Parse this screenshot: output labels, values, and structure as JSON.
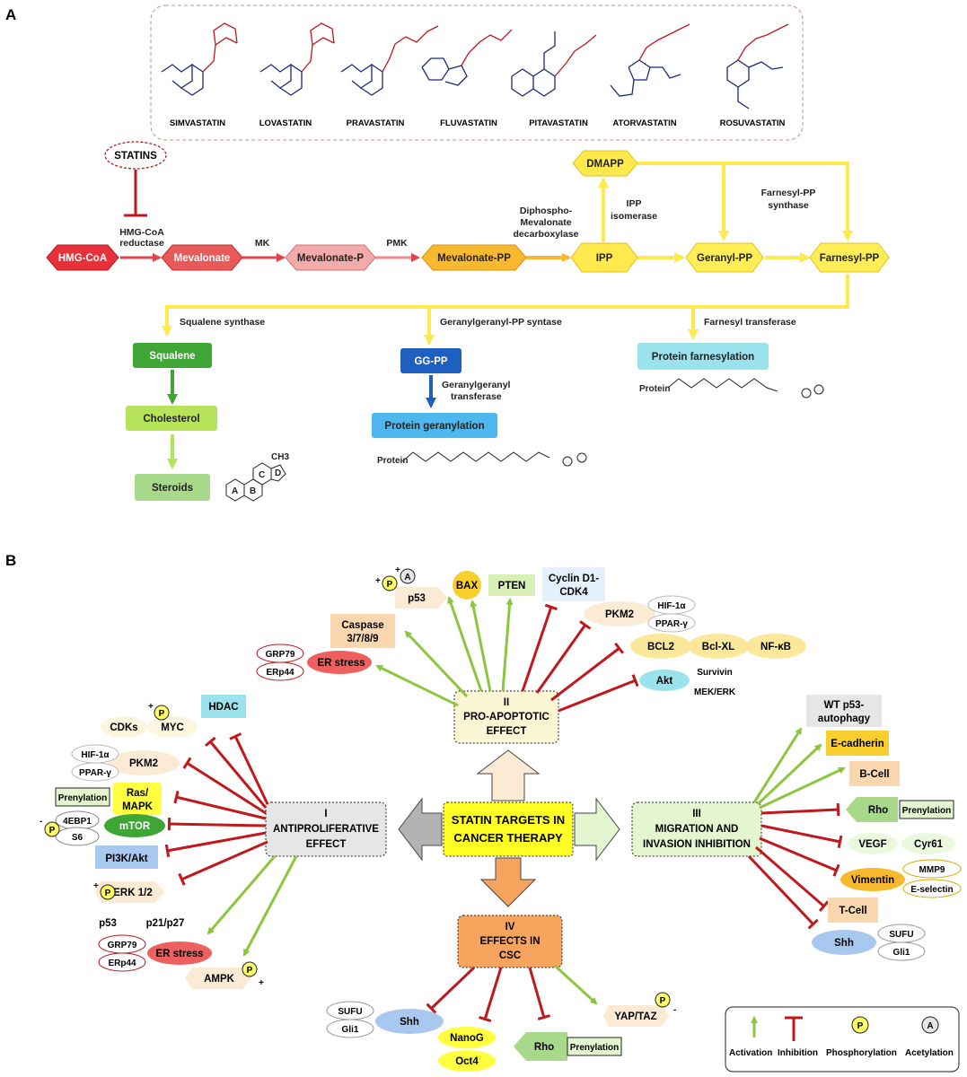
{
  "panels": {
    "a": "A",
    "b": "B"
  },
  "statins": {
    "label": "STATINS",
    "drugs": [
      "SIMVASTATIN",
      "LOVASTATIN",
      "PRAVASTATIN",
      "FLUVASTATIN",
      "PITAVASTATIN",
      "ATORVASTATIN",
      "ROSUVASTATIN"
    ]
  },
  "pathway": {
    "hmgcoa": "HMG-CoA",
    "mevalonate": "Mevalonate",
    "mevalonate_p": "Mevalonate-P",
    "mevalonate_pp": "Mevalonate-PP",
    "ipp": "IPP",
    "dmapp": "DMAPP",
    "geranyl_pp": "Geranyl-PP",
    "farnesyl_pp": "Farnesyl-PP",
    "squalene": "Squalene",
    "cholesterol": "Cholesterol",
    "steroids": "Steroids",
    "ggpp": "GG-PP",
    "protein_geranylation": "Protein geranylation",
    "protein_farnesylation": "Protein farnesylation"
  },
  "enzymes": {
    "hmg_reductase_1": "HMG-CoA",
    "hmg_reductase_2": "reductase",
    "mk": "MK",
    "pmk": "PMK",
    "diphospho_1": "Diphospho-",
    "diphospho_2": "Mevalonate",
    "diphospho_3": "decarboxylase",
    "ipp_isomerase_1": "IPP",
    "ipp_isomerase_2": "isomerase",
    "farnesyl_pp_synthase_1": "Farnesyl-PP",
    "farnesyl_pp_synthase_2": "synthase",
    "squalene_synthase": "Squalene synthase",
    "ggpp_synthase": "Geranylgeranyl-PP syntase",
    "farnesyl_transferase": "Farnesyl transferase",
    "gg_transferase_1": "Geranylgeranyl",
    "gg_transferase_2": "transferase"
  },
  "protein_label": "Protein",
  "steroid_rings": {
    "a": "A",
    "b": "B",
    "c": "C",
    "d": "D",
    "ch3": "CH3"
  },
  "center": {
    "line1": "STATIN TARGETS IN",
    "line2": "CANCER THERAPY"
  },
  "effects": {
    "i": {
      "num": "I",
      "line1": "ANTIPROLIFERATIVE",
      "line2": "EFFECT"
    },
    "ii": {
      "num": "II",
      "line1": "PRO-APOPTOTIC",
      "line2": "EFFECT"
    },
    "iii": {
      "num": "III",
      "line1": "MIGRATION AND",
      "line2": "INVASION INHIBITION"
    },
    "iv": {
      "num": "IV",
      "line1": "EFFECTS IN",
      "line2": "CSC"
    }
  },
  "targets_ii": {
    "p53": "p53",
    "bax": "BAX",
    "pten": "PTEN",
    "cyclin1": "Cyclin D1-",
    "cyclin2": "CDK4",
    "caspase1": "Caspase",
    "caspase2": "3/7/8/9",
    "grp79": "GRP79",
    "erp44": "ERp44",
    "er_stress": "ER stress",
    "pkm2": "PKM2",
    "hif": "HIF-1α",
    "ppar": "PPAR-γ",
    "bcl2": "BCL2",
    "bclxl": "Bcl-XL",
    "nfkb": "NF-κB",
    "akt": "Akt",
    "survivin": "Survivin",
    "mekerk": "MEK/ERK"
  },
  "targets_i": {
    "cdks": "CDKs",
    "myc": "MYC",
    "hdac": "HDAC",
    "hif": "HIF-1α",
    "ppar": "PPAR-γ",
    "pkm2": "PKM2",
    "prenylation": "Prenylation",
    "ras1": "Ras/",
    "ras2": "MAPK",
    "ebp1": "4EBP1",
    "s6": "S6",
    "mtor": "mTOR",
    "pi3k": "PI3K/Akt",
    "erk": "ERK 1/2",
    "p53": "p53",
    "p21": "p21/p27",
    "grp79": "GRP79",
    "erp44": "ERp44",
    "er_stress": "ER stress",
    "ampk": "AMPK"
  },
  "targets_iii": {
    "wt1": "WT p53-",
    "wt2": "autophagy",
    "ecad": "E-cadherin",
    "bcell": "B-Cell",
    "rho": "Rho",
    "prenylation": "Prenylation",
    "vegf": "VEGF",
    "cyr61": "Cyr61",
    "vimentin": "Vimentin",
    "mmp9": "MMP9",
    "eselectin": "E-selectin",
    "tcell": "T-Cell",
    "shh": "Shh",
    "sufu": "SUFU",
    "gli1": "Gli1"
  },
  "targets_iv": {
    "sufu": "SUFU",
    "gli1": "Gli1",
    "shh": "Shh",
    "nanog": "NanoG",
    "oct4": "Oct4",
    "rho": "Rho",
    "prenylation": "Prenylation",
    "yap": "YAP/TAZ"
  },
  "symbols": {
    "p": "P",
    "a": "A",
    "plus": "+",
    "minus": "-"
  },
  "legend": {
    "activation": "Activation",
    "inhibition": "Inhibition",
    "phosphorylation": "Phosphorylation",
    "acetylation": "Acetylation"
  },
  "colors": {
    "activation": "#8cc63f",
    "inhibition": "#c0181c",
    "pathway_yellow": "#ffe94d",
    "statin_red": "#c0181c"
  }
}
